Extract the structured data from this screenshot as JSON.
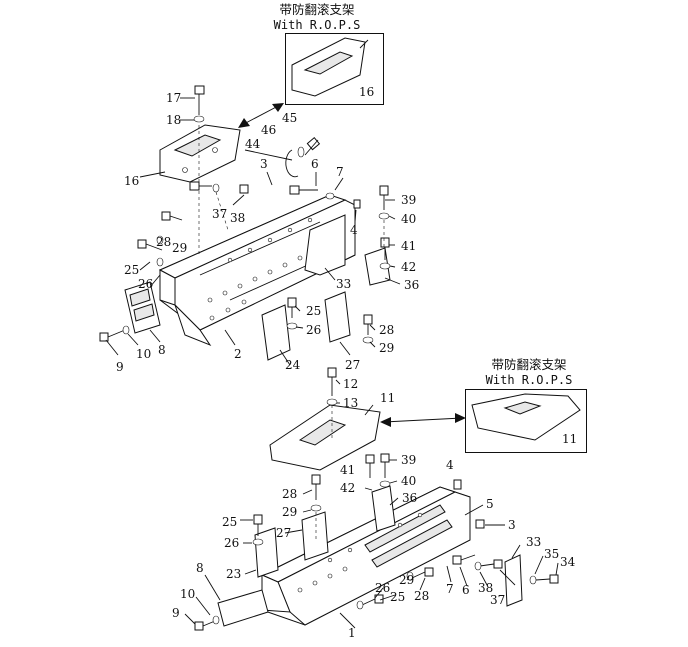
{
  "inset_top": {
    "title_cn": "带防翻滚支架",
    "title_en": "With R.O.P.S",
    "part_no": "16"
  },
  "inset_bottom": {
    "title_cn": "带防翻滚支架",
    "title_en": "With R.O.P.S",
    "part_no": "11"
  },
  "callouts_top": [
    "17",
    "18",
    "16",
    "44",
    "46",
    "45",
    "3",
    "6",
    "7",
    "37",
    "38",
    "39",
    "40",
    "4",
    "28",
    "29",
    "25",
    "26",
    "41",
    "42",
    "33",
    "36",
    "8",
    "10",
    "9",
    "2",
    "25",
    "26",
    "28",
    "29",
    "24",
    "27"
  ],
  "callouts_bottom": [
    "12",
    "13",
    "11",
    "41",
    "39",
    "40",
    "4",
    "42",
    "36",
    "28",
    "29",
    "5",
    "25",
    "27",
    "3",
    "26",
    "33",
    "35",
    "34",
    "23",
    "29",
    "7",
    "6",
    "38",
    "37",
    "8",
    "28",
    "26",
    "25",
    "10",
    "9",
    "1"
  ]
}
